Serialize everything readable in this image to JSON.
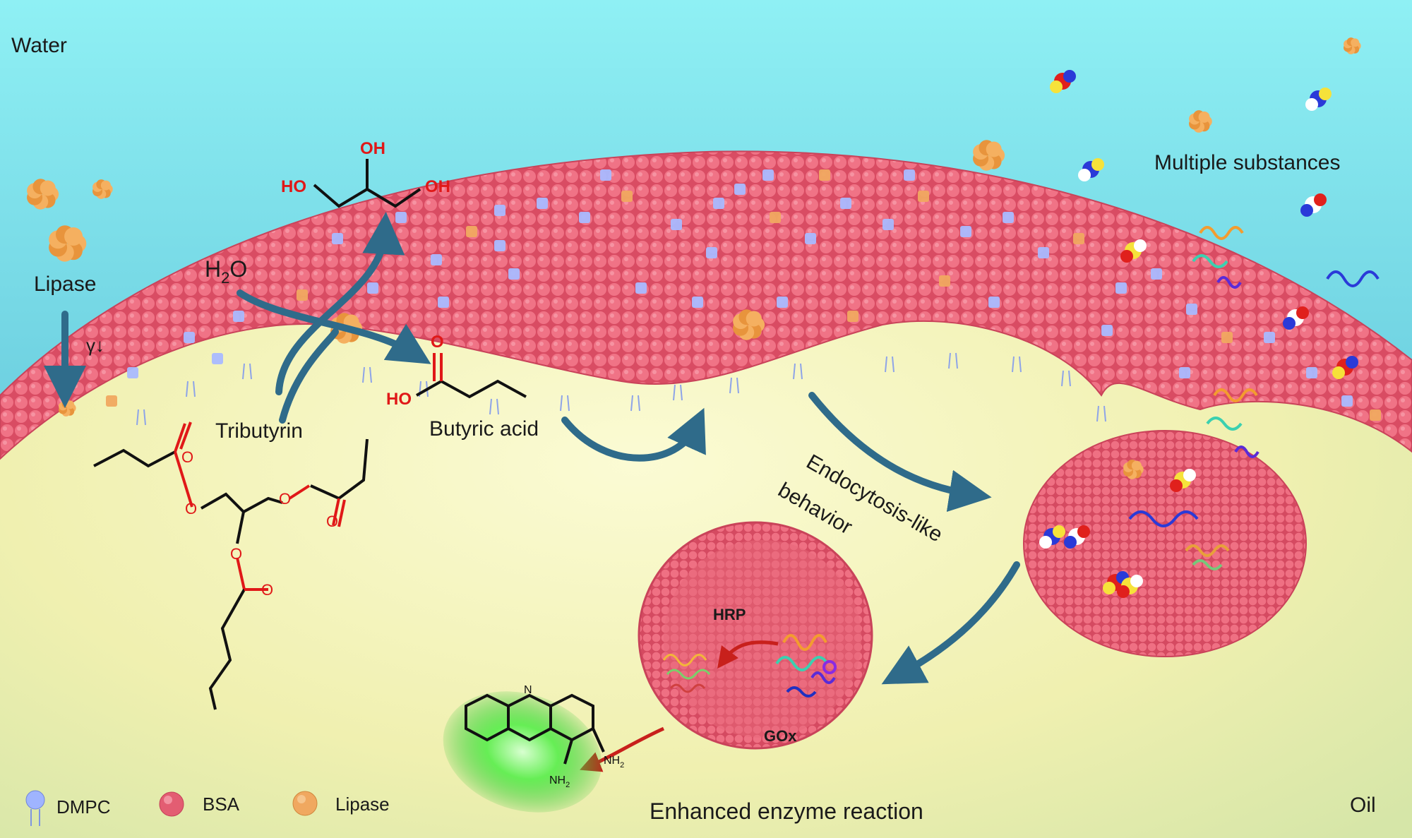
{
  "labels": {
    "water": "Water",
    "oil": "Oil",
    "lipase": "Lipase",
    "gamma": "γ↓",
    "h2o_main": "H",
    "h2o_sub": "2",
    "h2o_o": "O",
    "tributyrin": "Tributyrin",
    "butyric_acid": "Butyric acid",
    "endocytosis_line1": "Endocytosis-like",
    "endocytosis_line2": "behavior",
    "multiple_substances": "Multiple substances",
    "hrp": "HRP",
    "gox": "GOx",
    "enhanced_reaction": "Enhanced enzyme reaction"
  },
  "glycerol": {
    "oh_top": "OH",
    "ho_left": "HO",
    "oh_right": "OH"
  },
  "butyric": {
    "o": "O",
    "ho": "HO"
  },
  "tributyrin_atoms": {
    "o1": "O",
    "o2": "O",
    "o3": "O",
    "o4": "O",
    "o5": "O",
    "o6": "O"
  },
  "product": {
    "nh2_a": "NH",
    "nh2_a_sub": "2",
    "nh2_b": "NH",
    "nh2_b_sub": "2",
    "n": "N"
  },
  "legend": [
    {
      "label": "DMPC",
      "color": "#9fb4ff"
    },
    {
      "label": "BSA",
      "color": "#e35d72"
    },
    {
      "label": "Lipase",
      "color": "#f0a860"
    }
  ],
  "colors": {
    "water_top": "#8ff0f4",
    "water_bottom": "#4fb6cf",
    "oil": "#f4f3b6",
    "membrane": "#ee6a7c",
    "arrow": "#2f6b8a",
    "red_chem": "#e01818",
    "red_arrow": "#c8201c",
    "glow": "#3de03d"
  }
}
